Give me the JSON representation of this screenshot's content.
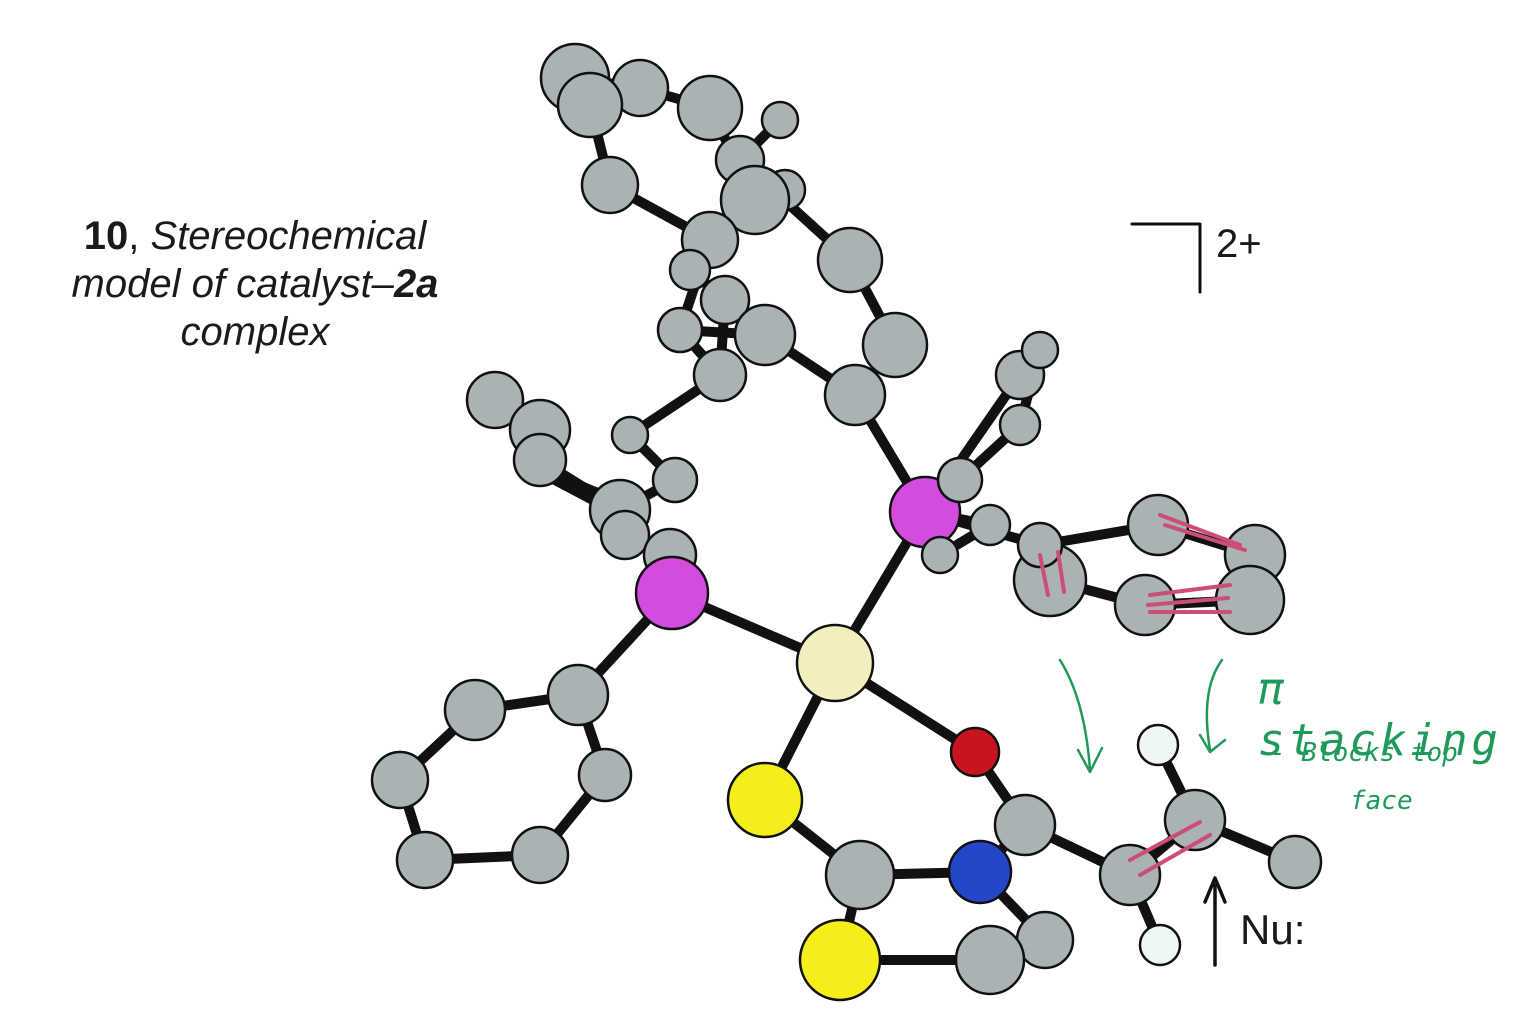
{
  "caption": {
    "number": "10",
    "sep": ", ",
    "line1": "Stereochemical",
    "line2_pre": "model of catalyst–",
    "line2_bold": "2a",
    "line3": "complex"
  },
  "charge_label": "2+",
  "nucleophile_label": "Nu:",
  "annotations": {
    "title": "π stacking",
    "line1": "- Blocks top",
    "line2": "face"
  },
  "colors": {
    "carbon": "#a9b3b3",
    "phosphorus": "#d44be0",
    "metal": "#f3eebd",
    "oxygen": "#c8141c",
    "nitrogen": "#2546c8",
    "sulfur": "#f6ee1a",
    "hydrogen": "#eef6f6",
    "bond": "#111111",
    "annotation_green": "#1f9a5a",
    "annotation_pink": "#cc4d78"
  }
}
